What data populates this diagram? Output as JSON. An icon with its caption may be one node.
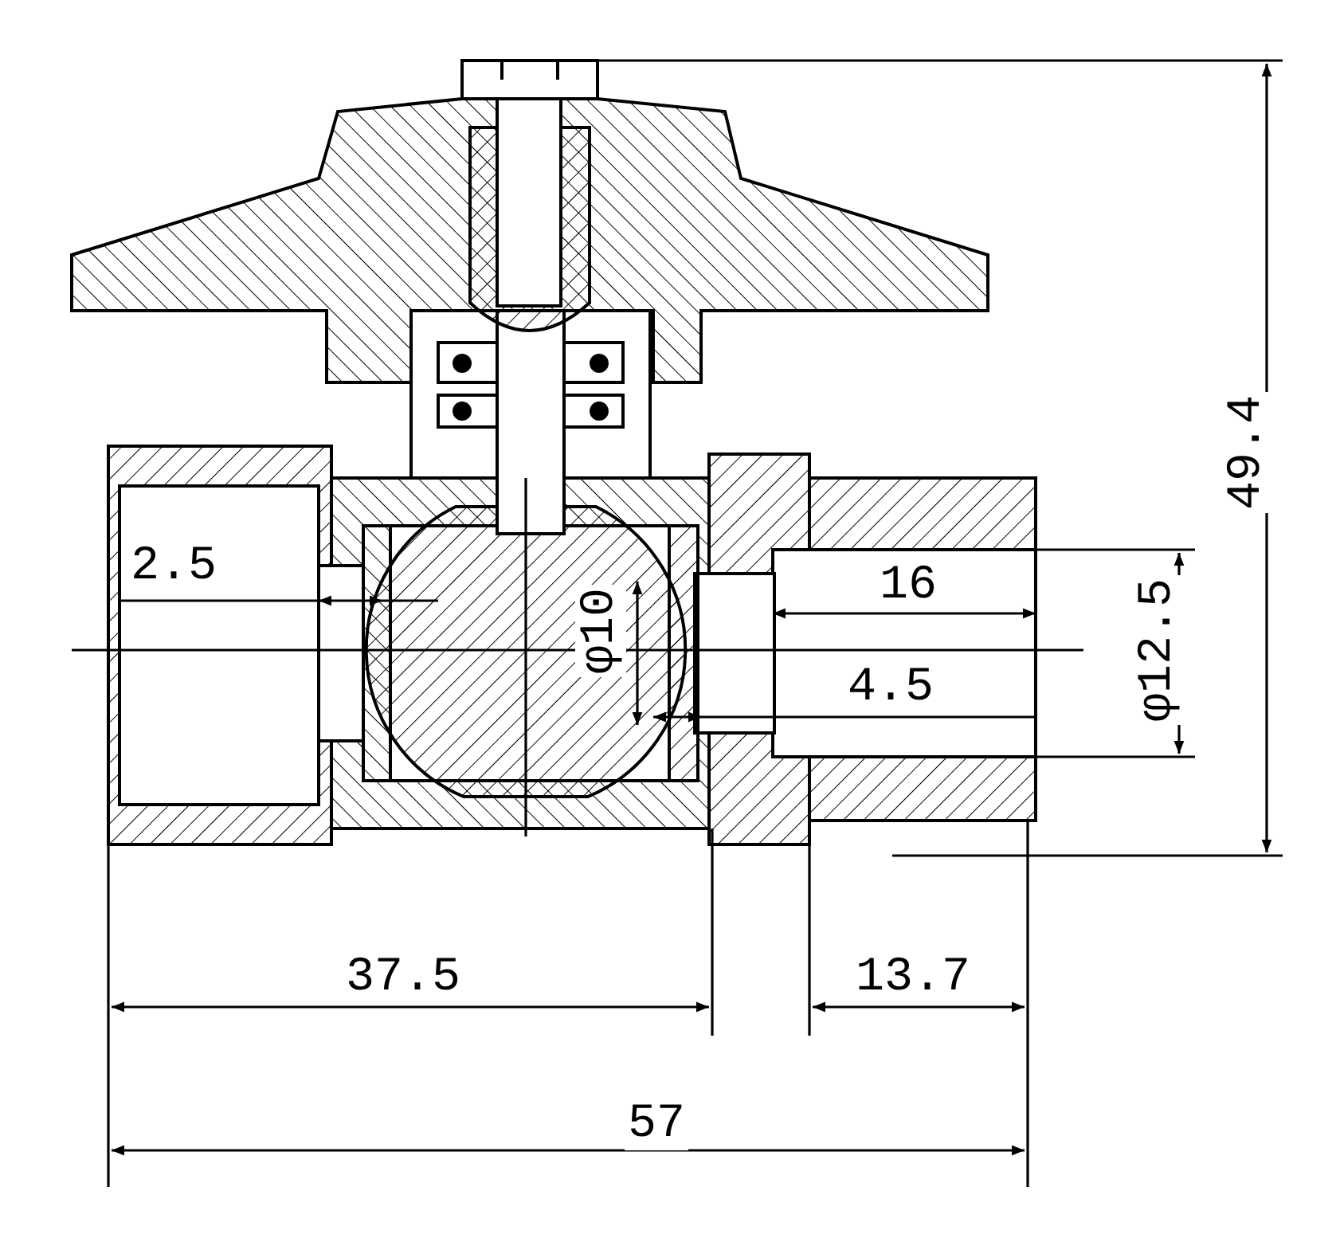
{
  "diagram": {
    "labels": [
      "49.4",
      "2.5",
      "16",
      "φ10",
      "φ12.5",
      "4.5",
      "37.5",
      "13.7",
      "57"
    ]
  }
}
